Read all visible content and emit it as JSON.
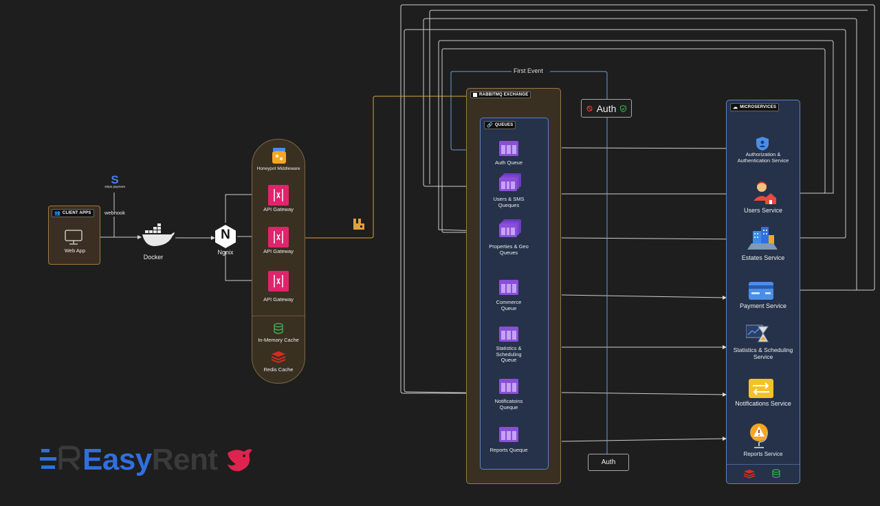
{
  "client_apps": {
    "tag": "CLIENT APPS",
    "web_app": "Web App"
  },
  "stripe": {
    "symbol": "S",
    "label": "stripe payment"
  },
  "webhook": "webhook",
  "docker": "Docker",
  "nginx": {
    "symbol": "N",
    "label": "Ngnix"
  },
  "gateway": {
    "honeypot": "Honeypot Middleware",
    "api_gateways": [
      "API Gateway",
      "API Gateway",
      "API Gateway"
    ],
    "in_memory_cache": "In-Memory Cache",
    "redis_cache": "Redis Cache"
  },
  "rabbitmq": {
    "tag": "RABBITMQ EXCHANGE",
    "queues_tag": "QUEUES"
  },
  "queues": [
    "Auth Queue",
    "Users & SMS Queques",
    "Properties & Geo Queues",
    "Commerce Queue",
    "Statistics & Scheduling Queue",
    "Notificatoins Queque",
    "Reports Queque"
  ],
  "first_event": "First Event",
  "auth_top": "Auth",
  "auth_bottom": "Auth",
  "microservices": {
    "tag": "MICROSERVICES",
    "services": [
      "Authorization & Authentication Service",
      "Users Service",
      "Estates Service",
      "Payment Service",
      "Statistics & Scheduling Service",
      "Notifications Service",
      "Reports Service"
    ]
  },
  "logo": {
    "brand_a": "Easy",
    "brand_b": "Rent"
  },
  "colors": {
    "background": "#1e1e1e",
    "orange_line": "#e0a040",
    "blue_line": "#6f9de0",
    "brand_blue": "#2f6fe0",
    "queue_purple": "#8a4fd8",
    "aws_pink": "#e0246c"
  }
}
